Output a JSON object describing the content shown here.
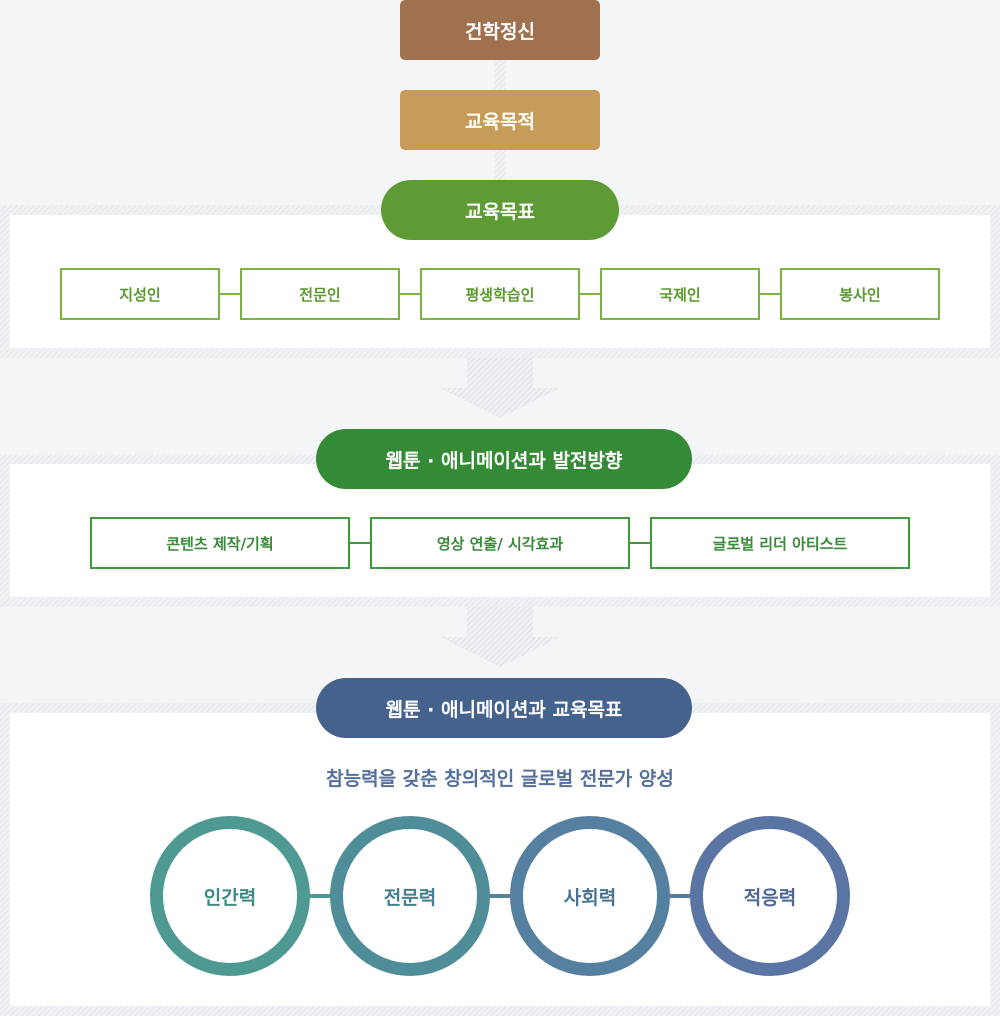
{
  "top": {
    "founding_spirit": "건학정신",
    "edu_purpose": "교육목적"
  },
  "section1": {
    "title": "교육목표",
    "items": [
      "지성인",
      "전문인",
      "평생학습인",
      "국제인",
      "봉사인"
    ]
  },
  "section2": {
    "title": "웹툰 · 애니메이션과 발전방향",
    "items": [
      "콘텐츠 제작/기획",
      "영상 연출/ 시각효과",
      "글로벌 리더 아티스트"
    ]
  },
  "section3": {
    "title": "웹툰 · 애니메이션과 교육목표",
    "tagline": "참능력을 갖춘 창의적인 글로벌 전문가 양성",
    "circles": [
      "인간력",
      "전문력",
      "사회력",
      "적응력"
    ]
  },
  "colors": {
    "brown": "#a0714f",
    "gold": "#c79c5b",
    "green": "#5f9b34",
    "darkgreen": "#358a36",
    "navy": "#45628c",
    "c1": "#4e9a93",
    "c2": "#4f8d99",
    "c3": "#56809f",
    "c4": "#5a74a3"
  }
}
